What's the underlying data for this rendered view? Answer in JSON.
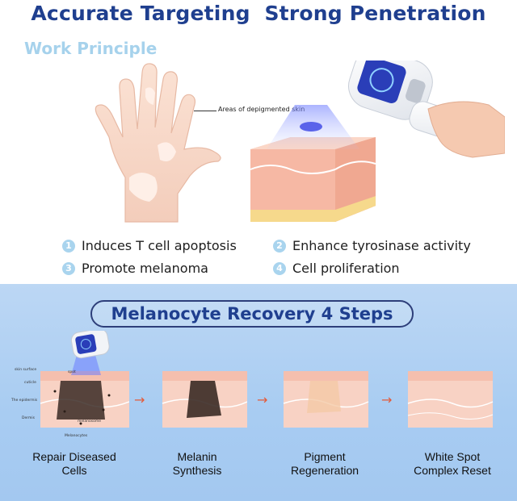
{
  "headline": "Accurate Targeting  Strong Penetration",
  "subheading": "Work Principle",
  "callout": "Areas of depigmented skin",
  "benefits": [
    {
      "number": "1",
      "text": "Induces T cell apoptosis"
    },
    {
      "number": "2",
      "text": "Enhance tyrosinase activity"
    },
    {
      "number": "3",
      "text": "Promote melanoma"
    },
    {
      "number": "4",
      "text": "Cell proliferation"
    }
  ],
  "steps_title": "Melanocyte Recovery 4 Steps",
  "diagram_labels": {
    "skin_surface": "skin surface",
    "spot": "spot",
    "cuticle": "cuticle",
    "epidermis": "The epidermis",
    "dermis": "Dermis",
    "melanosome": "melanosome",
    "melanocytes": "Melanocytes"
  },
  "steps": [
    {
      "line1": "Repair Diseased",
      "line2": "Cells"
    },
    {
      "line1": "Melanin",
      "line2": "Synthesis"
    },
    {
      "line1": "Pigment",
      "line2": "Regeneration"
    },
    {
      "line1": "White Spot",
      "line2": "Complex Reset"
    }
  ],
  "colors": {
    "title": "#1f3f8f",
    "subheading": "#a6d2ec",
    "number_badge": "#a9d4ee",
    "panel": "#a8ccf2",
    "arrow": "#e35b3a"
  },
  "icons": [
    "hand-illustration",
    "skin-cross-section",
    "handheld-light-device",
    "arrow-right-icon"
  ]
}
